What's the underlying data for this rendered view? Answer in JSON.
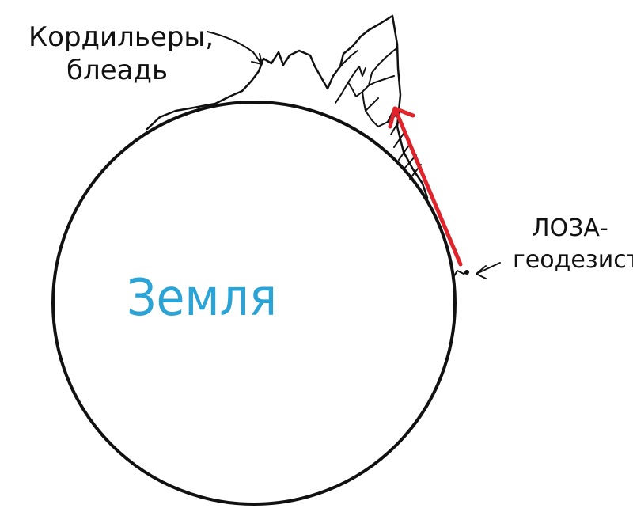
{
  "labels": {
    "mountains": [
      "Кордильеры,",
      "блеадь"
    ],
    "earth": "Земля",
    "rod": [
      "ЛОЗА-",
      "геодезист"
    ]
  },
  "colors": {
    "ink": "#111111",
    "earth_label": "#2aa3d6",
    "arrow": "#e0242b",
    "background": "#ffffff"
  }
}
